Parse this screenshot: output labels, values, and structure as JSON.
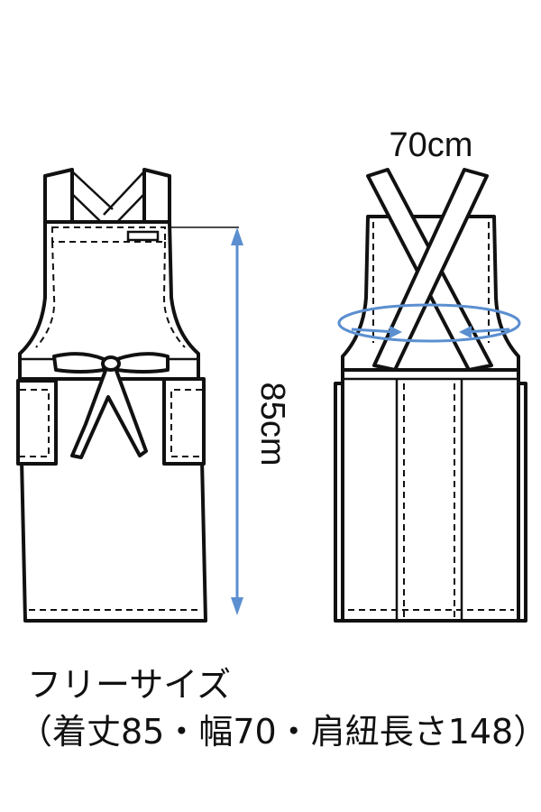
{
  "diagram": {
    "front_label": "",
    "length_label": "85cm",
    "width_label": "70cm",
    "measure_color": "#5b8fd0"
  },
  "caption": {
    "size": "フリーサイズ",
    "details": "（着丈85・幅70・肩紐長さ148）"
  }
}
